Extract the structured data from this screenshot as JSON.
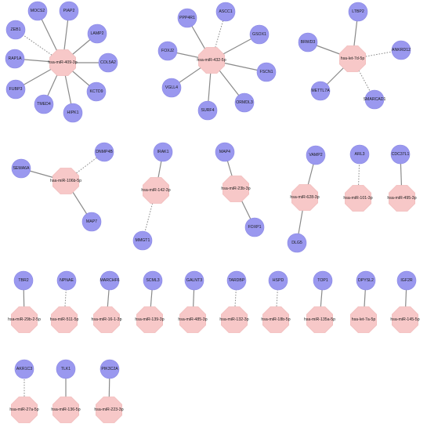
{
  "network": {
    "node_colors": {
      "gene": "#9a98ef",
      "mirna": "#f7c8c8",
      "edge": "#8a8a8a"
    },
    "modules": [
      {
        "mirna": "hsa-miR-409-3p",
        "genes": [
          {
            "label": "MOCS2",
            "edge": "solid"
          },
          {
            "label": "PIAP2",
            "edge": "solid"
          },
          {
            "label": "ZEB1",
            "edge": "dashed"
          },
          {
            "label": "LAMP2",
            "edge": "solid"
          },
          {
            "label": "RAP1A",
            "edge": "solid"
          },
          {
            "label": "COL5A2",
            "edge": "solid"
          },
          {
            "label": "FUBP3",
            "edge": "solid"
          },
          {
            "label": "KCTD9",
            "edge": "solid"
          },
          {
            "label": "TMED4",
            "edge": "solid"
          },
          {
            "label": "HIPK1",
            "edge": "solid"
          }
        ]
      },
      {
        "mirna": "hsa-miR-432-5p",
        "genes": [
          {
            "label": "PPP4R1",
            "edge": "solid"
          },
          {
            "label": "ASCC1",
            "edge": "dashed"
          },
          {
            "label": "GSOX1",
            "edge": "solid"
          },
          {
            "label": "FOXJ2",
            "edge": "solid"
          },
          {
            "label": "FSCN1",
            "edge": "solid"
          },
          {
            "label": "VGLL4",
            "edge": "solid"
          },
          {
            "label": "ORMDL3",
            "edge": "solid"
          },
          {
            "label": "SURF4",
            "edge": "solid"
          }
        ]
      },
      {
        "mirna": "hsa-let-7d-5p",
        "genes": [
          {
            "label": "LTBP2",
            "edge": "solid"
          },
          {
            "label": "BRWD3",
            "edge": "solid"
          },
          {
            "label": "ANKRD12",
            "edge": "dashed"
          },
          {
            "label": "METTL7A",
            "edge": "solid"
          },
          {
            "label": "SMARCAD1",
            "edge": "dashed"
          }
        ]
      },
      {
        "mirna": "hsa-miR-106b-5p",
        "genes": [
          {
            "label": "DNMP4B",
            "edge": "dashed"
          },
          {
            "label": "SEMA6A",
            "edge": "solid"
          },
          {
            "label": "MAP7",
            "edge": "solid"
          }
        ]
      },
      {
        "mirna": "hsa-miR-142-3p",
        "genes": [
          {
            "label": "IRAK1",
            "edge": "solid"
          },
          {
            "label": "MMGT1",
            "edge": "dashed"
          }
        ]
      },
      {
        "mirna": "hsa-miR-23b-3p",
        "genes": [
          {
            "label": "MAP4",
            "edge": "solid"
          },
          {
            "label": "FOXP1",
            "edge": "solid"
          }
        ]
      },
      {
        "mirna": "hsa-miR-628-3p",
        "genes": [
          {
            "label": "VAMP2",
            "edge": "solid"
          },
          {
            "label": "DLG5",
            "edge": "solid"
          }
        ]
      },
      {
        "mirna": "hsa-miR-101-3p",
        "genes": [
          {
            "label": "ARL3",
            "edge": "dashed"
          }
        ]
      },
      {
        "mirna": "hsa-miR-495-3p",
        "genes": [
          {
            "label": "CDC37L1",
            "edge": "solid"
          }
        ]
      },
      {
        "mirna": "hsa-miR-29b-2-5p",
        "genes": [
          {
            "label": "TBR2",
            "edge": "solid"
          }
        ]
      },
      {
        "mirna": "hsa-miR-511-5p",
        "genes": [
          {
            "label": "NPNAE",
            "edge": "dashed"
          }
        ]
      },
      {
        "mirna": "hsa-miR-16-1-3p",
        "genes": [
          {
            "label": "MARCHF6",
            "edge": "solid"
          }
        ]
      },
      {
        "mirna": "hsa-miR-139-3p",
        "genes": [
          {
            "label": "SCML3",
            "edge": "solid"
          }
        ]
      },
      {
        "mirna": "hsa-miR-485-3p",
        "genes": [
          {
            "label": "GALNT3",
            "edge": "solid"
          }
        ]
      },
      {
        "mirna": "hsa-miR-132-3p",
        "genes": [
          {
            "label": "TARDBP",
            "edge": "dashed"
          }
        ]
      },
      {
        "mirna": "hsa-miR-18b-5p",
        "genes": [
          {
            "label": "HSPD",
            "edge": "dashed"
          }
        ]
      },
      {
        "mirna": "hsa-miR-135a-5p",
        "genes": [
          {
            "label": "TOP1",
            "edge": "solid"
          }
        ]
      },
      {
        "mirna": "hsa-let-7a-5p",
        "genes": [
          {
            "label": "DPYSL2",
            "edge": "solid"
          }
        ]
      },
      {
        "mirna": "hsa-miR-145-5p",
        "genes": [
          {
            "label": "IGF2R",
            "edge": "solid"
          }
        ]
      },
      {
        "mirna": "hsa-miR-27a-5p",
        "genes": [
          {
            "label": "AKR1C3",
            "edge": "dashed"
          }
        ]
      },
      {
        "mirna": "hsa-miR-136-5p",
        "genes": [
          {
            "label": "TLK1",
            "edge": "solid"
          }
        ]
      },
      {
        "mirna": "hsa-miR-223-3p",
        "genes": [
          {
            "label": "PIK3C2A",
            "edge": "solid"
          }
        ]
      }
    ]
  }
}
